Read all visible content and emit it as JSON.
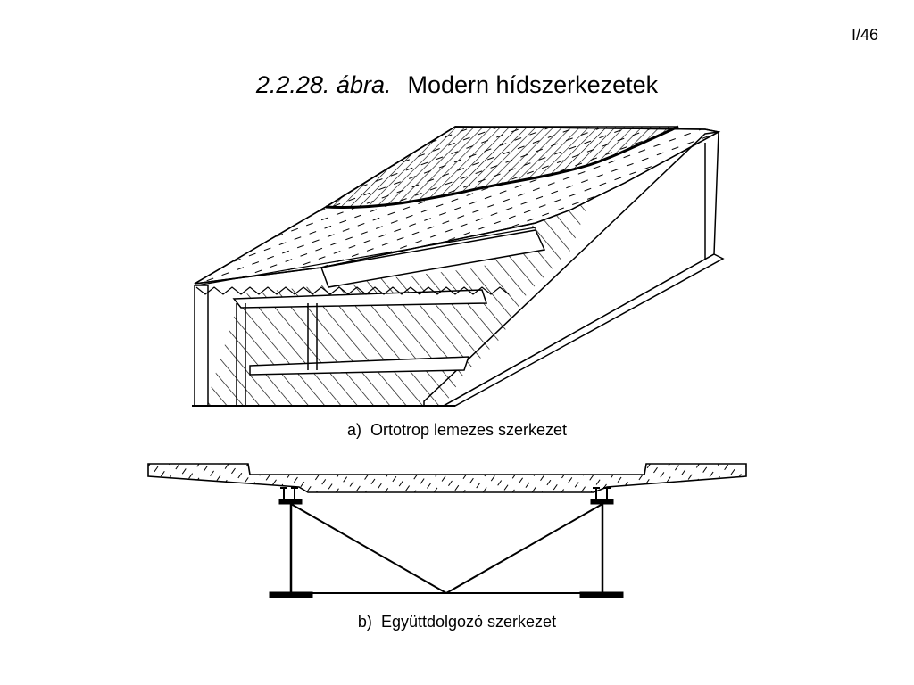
{
  "page_number": "I/46",
  "figure": {
    "label": "2.2.28. ábra.",
    "title": "Modern hídszerkezetek"
  },
  "panels": [
    {
      "letter": "a)",
      "caption": "Ortotrop lemezes szerkezet"
    },
    {
      "letter": "b)",
      "caption": "Együttdolgozó szerkezet"
    }
  ]
}
